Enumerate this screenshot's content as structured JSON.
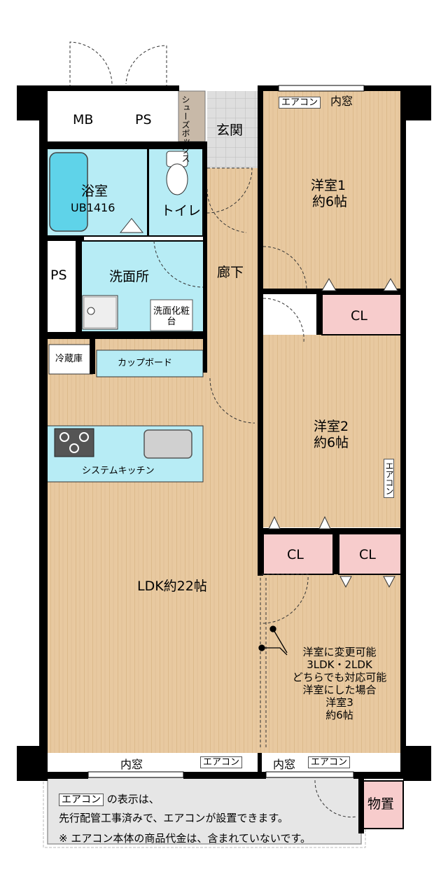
{
  "rooms": {
    "mb": "MB",
    "ps_top": "PS",
    "shoes_box": "シューズボックス",
    "genkan": "玄関",
    "bath_name": "浴室",
    "bath_size": "UB1416",
    "toilet": "トイレ",
    "ps_left": "PS",
    "washroom": "洗面所",
    "vanity": "洗面化粧台",
    "corridor": "廊下",
    "fridge": "冷蔵庫",
    "cupboard": "カップボード",
    "kitchen": "システムキッチン",
    "ldk": "LDK約22帖",
    "room1_name": "洋室1",
    "room1_size": "約6帖",
    "room2_name": "洋室2",
    "room2_size": "約6帖",
    "cl1": "CL",
    "cl2": "CL",
    "cl3": "CL",
    "storage": "物置"
  },
  "aircon_labels": {
    "room1": "エアコン",
    "room2": "エアコン",
    "ldk": "エアコン",
    "room3": "エアコン",
    "legend_box": "エアコン"
  },
  "windows": {
    "room1": "内窓",
    "ldk": "内窓",
    "room3": "内窓"
  },
  "notes": {
    "option_line1": "洋室に変更可能",
    "option_line2": "3LDK・2LDK",
    "option_line3": "どちらでも対応可能",
    "option_line4": "洋室にした場合",
    "option_line5": "洋室3",
    "option_line6": "約6帖",
    "legend_line1_suffix": "の表示は、",
    "legend_line2": "先行配管工事済みで、エアコンが設置できます。",
    "legend_line3": "※ エアコン本体の商品代金は、含まれていないです。"
  },
  "colors": {
    "wall": "#000000",
    "floor_wood": "#e8c9a0",
    "floor_stripe": "#d4b080",
    "wet_area": "#b7ecf5",
    "closet": "#f7cccc",
    "tile": "#d9d9d9",
    "shoebox": "#c8b9a8",
    "balcony": "#e6e6e6"
  }
}
